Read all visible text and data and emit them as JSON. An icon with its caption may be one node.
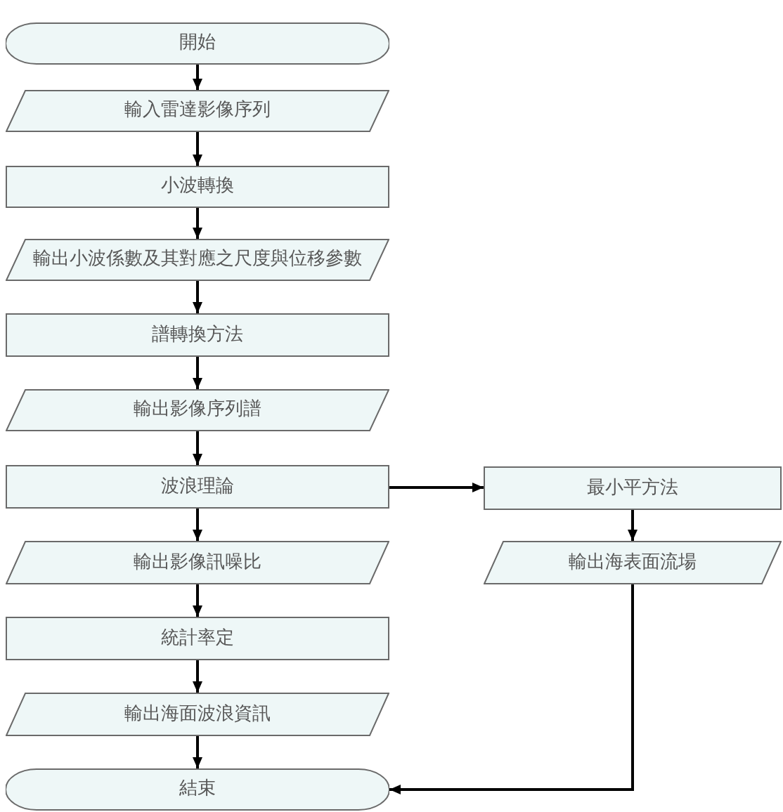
{
  "diagram": {
    "nodes": [
      {
        "text": [
          "開始"
        ]
      },
      {
        "text": [
          "輸入雷達影像序列"
        ]
      },
      {
        "text": [
          "小波轉換"
        ]
      },
      {
        "text": [
          "輸出小波係數及其對應之尺度與位移參數"
        ]
      },
      {
        "text": [
          "譜轉換方法"
        ]
      },
      {
        "text": [
          "輸出影像序列譜"
        ]
      },
      {
        "text": [
          "波浪理論"
        ]
      },
      {
        "text": [
          "輸出影像訊噪比"
        ]
      },
      {
        "text": [
          "統計率定"
        ]
      },
      {
        "text": [
          "輸出海面波浪資訊"
        ]
      },
      {
        "text": [
          "結束"
        ]
      },
      {
        "text": [
          "最小平方法"
        ]
      },
      {
        "text": [
          "輸出海表面流場"
        ]
      }
    ],
    "edges": [
      {
        "from": 0,
        "to": 1,
        "arrow": "to"
      },
      {
        "from": 1,
        "to": 2,
        "arrow": "to"
      },
      {
        "from": 2,
        "to": 3,
        "arrow": "to"
      },
      {
        "from": 3,
        "to": 4,
        "arrow": "to"
      },
      {
        "from": 4,
        "to": 5,
        "arrow": "to"
      },
      {
        "from": 5,
        "to": 6,
        "arrow": "to"
      },
      {
        "from": 6,
        "to": 7,
        "arrow": "to"
      },
      {
        "from": 7,
        "to": 8,
        "arrow": "to"
      },
      {
        "from": 8,
        "to": 9,
        "arrow": "to"
      },
      {
        "from": 9,
        "to": 10,
        "arrow": "to"
      },
      {
        "from": 6,
        "to": 11,
        "arrow": "to"
      },
      {
        "from": 11,
        "to": 12,
        "arrow": "to"
      },
      {
        "from": 12,
        "to": 10,
        "arrow": "to"
      }
    ]
  }
}
